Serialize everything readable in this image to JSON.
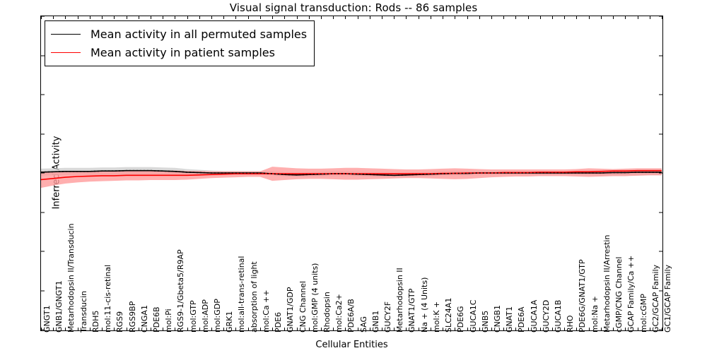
{
  "chart_data": {
    "type": "line",
    "title": "Visual signal transduction: Rods -- 86 samples",
    "xlabel": "Cellular Entities",
    "ylabel": "Inferred Activity",
    "ylim": [
      -4,
      4
    ],
    "yticks": [
      -4,
      -3,
      -2,
      -1,
      0,
      1,
      2,
      3,
      4
    ],
    "grid": false,
    "legend_position": "upper left",
    "categories": [
      "GNGT1",
      "GNB1/GNGT1",
      "Metarhodopsin II/Transducin",
      "Transducin",
      "RDH5",
      "mol:11-cis-retinal",
      "RGS9",
      "RGS9BP",
      "CNGA1",
      "PDE6B",
      "mol:Pi",
      "RGS9-1/Gbeta5/R9AP",
      "mol:GTP",
      "mol:ADP",
      "mol:GDP",
      "GRK1",
      "mol:all-trans-retinal",
      "absorption of light",
      "mol:Ca ++",
      "PDE6",
      "GNAT1/GDP",
      "CNG Channel",
      "mol:GMP (4 units)",
      "Rhodopsin",
      "mol:Ca2+",
      "PDE6A/B",
      "SAG",
      "GNB1",
      "GUCY2F",
      "Metarhodopsin II",
      "GNAT1/GTP",
      "Na + (4 Units)",
      "mol:K +",
      "SLC24A1",
      "PDE6G",
      "GUCA1C",
      "GNB5",
      "CNGB1",
      "GNAT1",
      "PDE6A",
      "GUCA1A",
      "GUCY2D",
      "GUCA1B",
      "RHO",
      "PDE6G/GNAT1/GTP",
      "mol:Na +",
      "Metarhodopsin II/Arrestin",
      "cGMP/CNG Channel",
      "GCAP Family/Ca ++",
      "mol:cGMP",
      "GC2/GCAP Family",
      "GC1/GCAP Family"
    ],
    "series": [
      {
        "name": "Mean activity in all permuted samples",
        "color": "#000000",
        "style": "dashed-over-solid",
        "values": [
          0.02,
          0.03,
          0.04,
          0.04,
          0.04,
          0.05,
          0.05,
          0.06,
          0.06,
          0.06,
          0.05,
          0.04,
          0.02,
          0.01,
          0.0,
          0.0,
          0.0,
          0.0,
          0.0,
          -0.02,
          -0.04,
          -0.05,
          -0.04,
          -0.03,
          -0.02,
          -0.02,
          -0.03,
          -0.04,
          -0.05,
          -0.06,
          -0.05,
          -0.04,
          -0.03,
          -0.02,
          -0.01,
          -0.01,
          0.0,
          0.0,
          0.0,
          0.0,
          0.0,
          0.0,
          0.0,
          0.0,
          0.0,
          0.0,
          0.0,
          0.01,
          0.01,
          0.02,
          0.02,
          0.02
        ],
        "band_lower": [
          -0.07,
          -0.06,
          -0.05,
          -0.05,
          -0.05,
          -0.05,
          -0.05,
          -0.05,
          -0.05,
          -0.05,
          -0.05,
          -0.06,
          -0.06,
          -0.06,
          -0.06,
          -0.05,
          -0.05,
          -0.05,
          -0.05,
          -0.07,
          -0.09,
          -0.1,
          -0.09,
          -0.08,
          -0.08,
          -0.08,
          -0.08,
          -0.09,
          -0.1,
          -0.11,
          -0.1,
          -0.09,
          -0.08,
          -0.07,
          -0.06,
          -0.06,
          -0.05,
          -0.05,
          -0.05,
          -0.05,
          -0.05,
          -0.05,
          -0.05,
          -0.05,
          -0.05,
          -0.06,
          -0.07,
          -0.06,
          -0.06,
          -0.06,
          -0.05,
          -0.05
        ],
        "band_upper": [
          0.11,
          0.12,
          0.13,
          0.13,
          0.13,
          0.14,
          0.14,
          0.15,
          0.15,
          0.15,
          0.14,
          0.13,
          0.1,
          0.08,
          0.06,
          0.05,
          0.05,
          0.05,
          0.05,
          0.04,
          0.02,
          0.01,
          0.02,
          0.03,
          0.04,
          0.04,
          0.03,
          0.02,
          0.01,
          0.0,
          0.01,
          0.02,
          0.03,
          0.04,
          0.05,
          0.05,
          0.05,
          0.05,
          0.05,
          0.05,
          0.05,
          0.05,
          0.05,
          0.05,
          0.05,
          0.06,
          0.07,
          0.08,
          0.08,
          0.09,
          0.09,
          0.09
        ]
      },
      {
        "name": "Mean activity in patient samples",
        "color": "#ff0000",
        "style": "solid",
        "values": [
          -0.17,
          -0.14,
          -0.11,
          -0.09,
          -0.08,
          -0.07,
          -0.07,
          -0.06,
          -0.06,
          -0.06,
          -0.06,
          -0.06,
          -0.06,
          -0.05,
          -0.04,
          -0.03,
          -0.02,
          -0.02,
          -0.02,
          -0.02,
          -0.02,
          -0.02,
          -0.02,
          -0.02,
          -0.02,
          -0.02,
          -0.02,
          -0.02,
          -0.02,
          -0.02,
          -0.02,
          -0.02,
          -0.02,
          -0.01,
          -0.01,
          0.0,
          0.0,
          0.0,
          0.01,
          0.01,
          0.01,
          0.02,
          0.02,
          0.02,
          0.03,
          0.03,
          0.04,
          0.05,
          0.05,
          0.06,
          0.06,
          0.06
        ],
        "band_lower": [
          -0.38,
          -0.32,
          -0.27,
          -0.24,
          -0.22,
          -0.21,
          -0.2,
          -0.19,
          -0.19,
          -0.18,
          -0.18,
          -0.18,
          -0.17,
          -0.15,
          -0.13,
          -0.12,
          -0.11,
          -0.1,
          -0.1,
          -0.2,
          -0.18,
          -0.16,
          -0.15,
          -0.15,
          -0.16,
          -0.17,
          -0.17,
          -0.16,
          -0.15,
          -0.14,
          -0.13,
          -0.13,
          -0.14,
          -0.15,
          -0.16,
          -0.15,
          -0.13,
          -0.11,
          -0.1,
          -0.09,
          -0.09,
          -0.08,
          -0.08,
          -0.08,
          -0.09,
          -0.1,
          -0.09,
          -0.08,
          -0.08,
          -0.07,
          -0.06,
          -0.06
        ],
        "band_upper": [
          0.04,
          0.04,
          0.04,
          0.04,
          0.05,
          0.05,
          0.06,
          0.06,
          0.06,
          0.06,
          0.06,
          0.06,
          0.05,
          0.05,
          0.04,
          0.04,
          0.04,
          0.04,
          0.04,
          0.16,
          0.14,
          0.12,
          0.11,
          0.11,
          0.12,
          0.13,
          0.13,
          0.12,
          0.11,
          0.1,
          0.09,
          0.09,
          0.1,
          0.11,
          0.12,
          0.11,
          0.1,
          0.09,
          0.09,
          0.09,
          0.09,
          0.09,
          0.09,
          0.09,
          0.1,
          0.12,
          0.11,
          0.1,
          0.11,
          0.12,
          0.12,
          0.12
        ]
      }
    ],
    "legend": [
      {
        "label": "Mean activity in all permuted samples",
        "color": "#000000"
      },
      {
        "label": "Mean activity in patient samples",
        "color": "#ff0000"
      }
    ],
    "colors": {
      "permuted_line": "#000000",
      "permuted_band": "#cccccc",
      "patient_line": "#ff0000",
      "patient_band": "#ff9999",
      "axis": "#000000",
      "background": "#ffffff"
    }
  }
}
